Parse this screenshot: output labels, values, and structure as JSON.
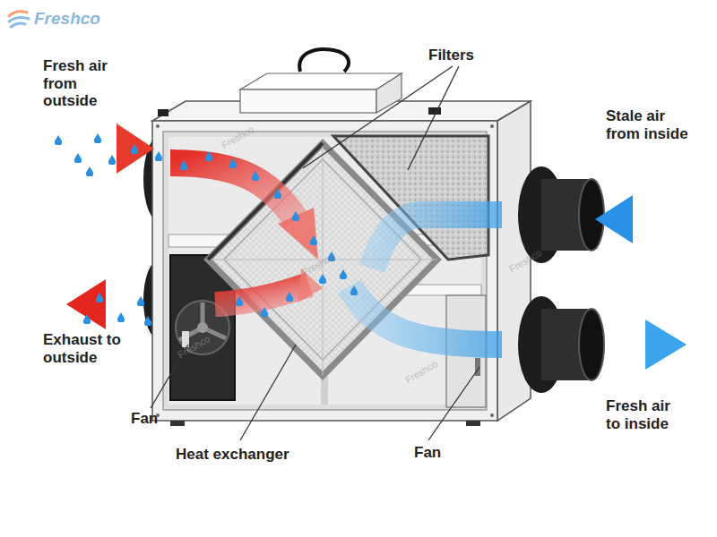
{
  "diagram": {
    "labels": [
      "Freshco",
      "Fresh air from outside",
      "Filters",
      "Stale air from inside",
      "Exhaust to outside",
      "Fan",
      "Heat exchanger",
      "Fan",
      "Fresh air to inside",
      "Freshco",
      "Freshco",
      "Freshco",
      "Freshco",
      "Freshco"
    ]
  }
}
